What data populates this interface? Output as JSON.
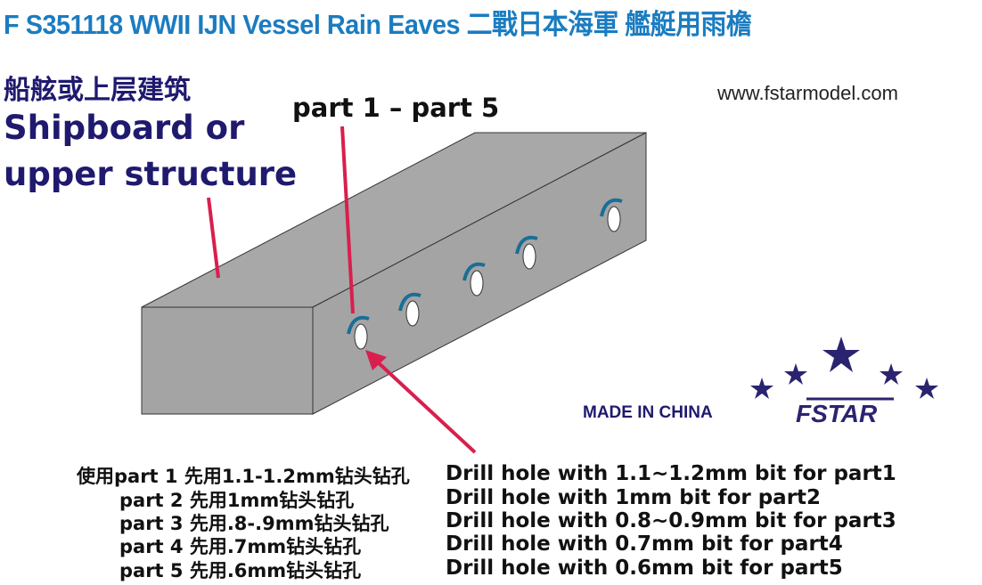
{
  "title": "F S351118 WWII IJN Vessel Rain Eaves 二戰日本海軍 艦艇用雨檐",
  "structure_label": {
    "cn": "船舷或上层建筑",
    "en_line1": "Shipboard or",
    "en_line2": "upper structure"
  },
  "parts_label": "part 1 – part 5",
  "website": "www.fstarmodel.com",
  "made_in": "MADE IN CHINA",
  "logo_text": "FSTAR",
  "instructions_cn": [
    "使用part 1 先用1.1-1.2mm钻头钻孔",
    "part 2 先用1mm钻头钻孔",
    "part 3 先用.8-.9mm钻头钻孔",
    "part 4 先用.7mm钻头钻孔",
    "part 5 先用.6mm钻头钻孔"
  ],
  "instructions_en": [
    "Drill hole with 1.1~1.2mm bit for part1",
    "Drill hole with 1mm bit for part2",
    "Drill hole with 0.8~0.9mm bit for part3",
    "Drill hole with 0.7mm bit for part4",
    "Drill hole with 0.6mm bit for part5"
  ],
  "colors": {
    "title": "#1b7cc0",
    "navy": "#1f1a6e",
    "pointer": "#d81f4e",
    "box": "#a6a6a6",
    "eave": "#1a6e96"
  }
}
